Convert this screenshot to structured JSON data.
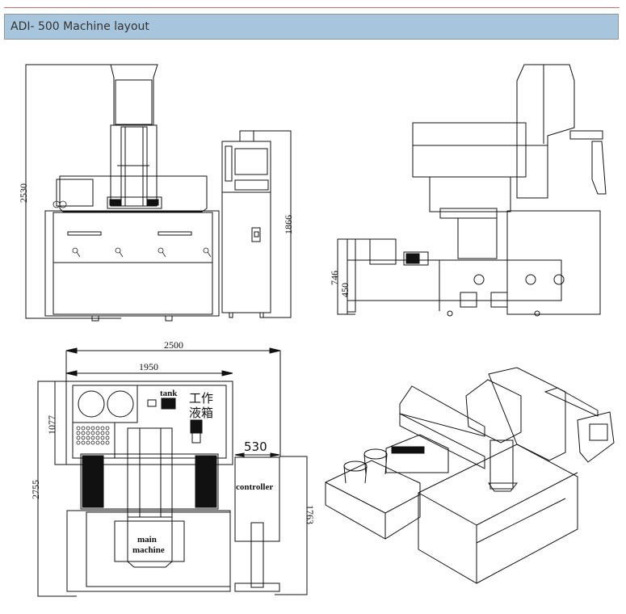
{
  "header": {
    "title": "ADI- 500 Machine layout",
    "accent_line_color": "#c9706e",
    "bar_color": "#a7c6dd"
  },
  "front_view": {
    "dim_overall_height": "2530",
    "dim_controller_height": "1866"
  },
  "side_view": {
    "dim_table_height": "746",
    "dim_base_height": "450"
  },
  "top_view": {
    "dim_overall_width": "2500",
    "dim_machine_width": "1950",
    "dim_tank_depth": "1077",
    "dim_overall_depth": "2755",
    "dim_controller_width": "530",
    "dim_controller_depth": "1763",
    "label_tank": "tank",
    "label_tank_cn_1": "工作",
    "label_tank_cn_2": "液箱",
    "label_controller": "controller",
    "label_main_1": "main",
    "label_main_2": "machine"
  }
}
